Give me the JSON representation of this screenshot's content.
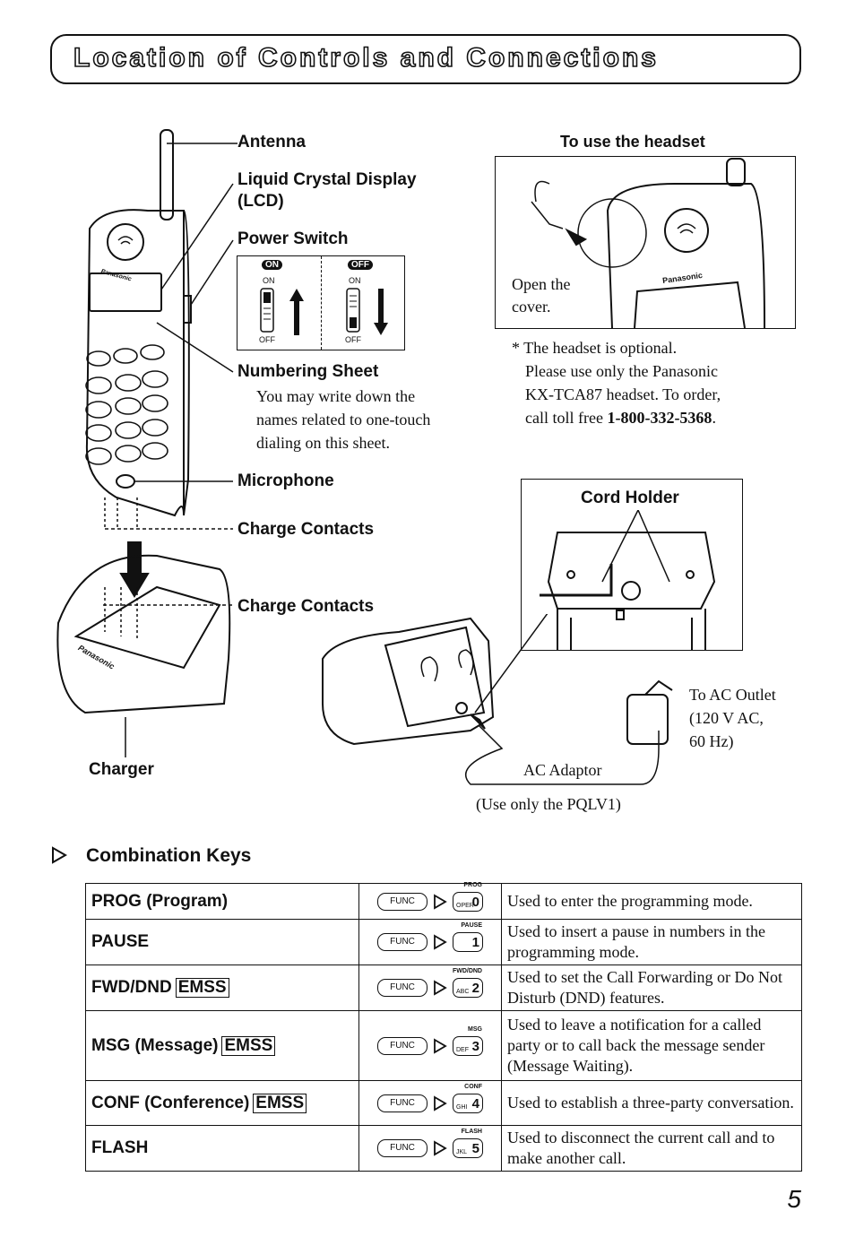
{
  "title": "Location of Controls and Connections",
  "callouts": {
    "antenna": "Antenna",
    "lcd_line1": "Liquid Crystal Display",
    "lcd_line2": "(LCD)",
    "power_switch": "Power Switch",
    "numbering_sheet": "Numbering Sheet",
    "microphone": "Microphone",
    "charge_contacts_handset": "Charge Contacts",
    "charge_contacts_charger": "Charge Contacts",
    "charger": "Charger"
  },
  "power_switch_panel": {
    "on_badge": "ON",
    "off_badge": "OFF",
    "left_top": "ON",
    "left_bottom": "OFF",
    "right_top": "ON",
    "right_bottom": "OFF"
  },
  "numbering_sheet_text": [
    "You may write down the",
    "names related to one-touch",
    "dialing on this sheet."
  ],
  "headset": {
    "heading": "To use the headset",
    "open_cover_1": "Open the",
    "open_cover_2": "cover.",
    "brand": "Panasonic",
    "note_1": "* The headset is optional.",
    "note_2": "Please use only the Panasonic",
    "note_3": "KX-TCA87 headset. To order,",
    "note_4a": "call toll free ",
    "note_4b": "1-800-332-5368",
    "note_4c": "."
  },
  "cord_holder": {
    "heading": "Cord Holder"
  },
  "ac": {
    "outlet_1": "To AC Outlet",
    "outlet_2": "(120 V AC,",
    "outlet_3": "60 Hz)",
    "adaptor": "AC Adaptor",
    "use_only": "(Use only the PQLV1)"
  },
  "brand_handset": "Panasonic",
  "brand_charger": "Panasonic",
  "combination_keys": {
    "heading": "Combination Keys",
    "func_label": "FUNC",
    "rows": [
      {
        "name": "PROG (Program)",
        "emss": "",
        "top": "PROG",
        "sub": "OPER",
        "num": "0",
        "desc": "Used to enter the programming mode."
      },
      {
        "name": "PAUSE",
        "emss": "",
        "top": "PAUSE",
        "sub": "",
        "num": "1",
        "desc": "Used to insert a pause in numbers in the programming mode."
      },
      {
        "name": "FWD/DND",
        "emss": "EMSS",
        "top": "FWD/DND",
        "sub": "ABC",
        "num": "2",
        "desc": "Used to set the Call Forwarding or Do Not Disturb (DND) features."
      },
      {
        "name": "MSG (Message)",
        "emss": "EMSS",
        "top": "MSG",
        "sub": "DEF",
        "num": "3",
        "desc": "Used to leave a notification for a called party or to call back the message sender (Message Waiting)."
      },
      {
        "name": "CONF (Conference)",
        "emss": "EMSS",
        "top": "CONF",
        "sub": "GHI",
        "num": "4",
        "desc": "Used to establish a three-party conversation."
      },
      {
        "name": "FLASH",
        "emss": "",
        "top": "FLASH",
        "sub": "JKL",
        "num": "5",
        "desc": "Used to disconnect the current call and to make another call."
      }
    ]
  },
  "page_number": "5"
}
